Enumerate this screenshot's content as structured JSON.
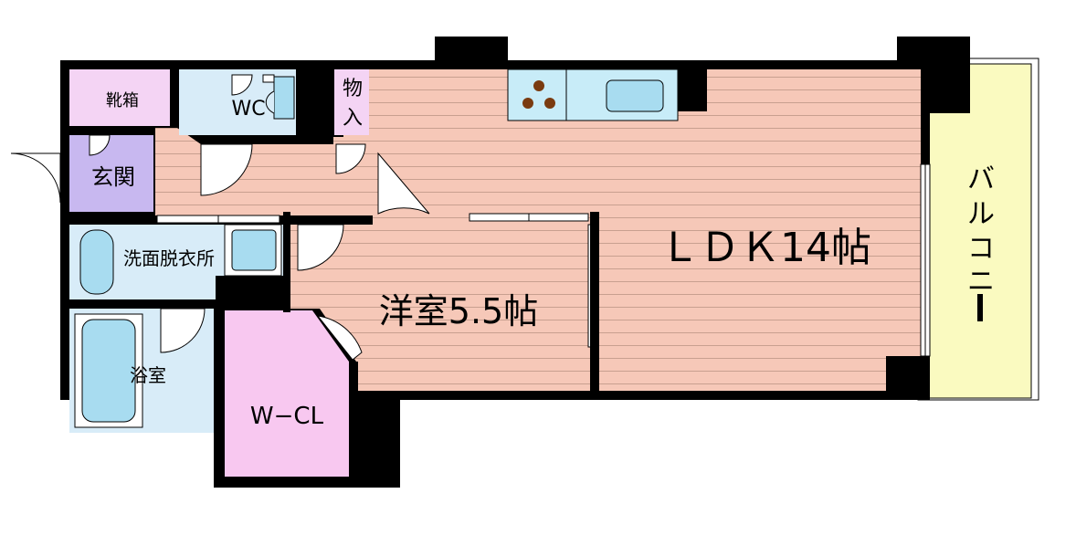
{
  "rooms": {
    "shoe_closet": "靴箱",
    "wc": "WC",
    "storage_top": "物",
    "storage_bottom": "入",
    "entrance": "玄関",
    "washroom": "洗面脱衣所",
    "bathroom": "浴室",
    "walk_in_closet": "W−CL",
    "western_room": "洋室5.5帖",
    "ldk": "ＬＤＫ14帖",
    "balcony_chars": [
      "バ",
      "ル",
      "コ",
      "ニ",
      "ー"
    ]
  },
  "colors": {
    "wall": "#000000",
    "floor_wood": "#f6c8b8",
    "wood_line": "#c8a090",
    "wet_area": "#d8ecf8",
    "closet": "#f8c8f0",
    "storage": "#f4d4f4",
    "entrance": "#c8b8f0",
    "balcony": "#fafac0",
    "fixture": "#a8dcf0",
    "stove": "#7a3b10"
  }
}
